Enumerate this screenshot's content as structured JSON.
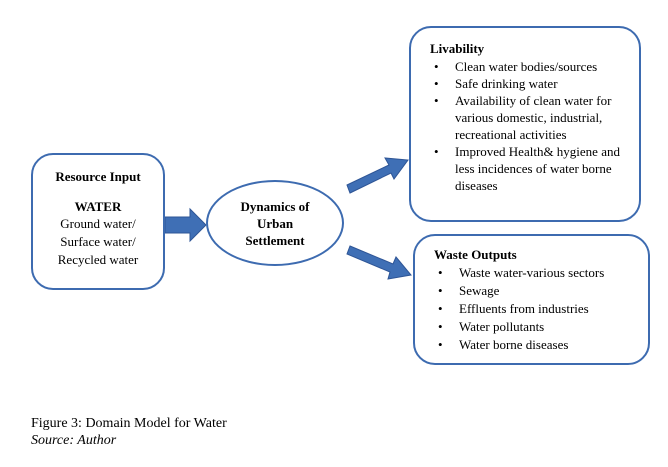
{
  "resource": {
    "title": "Resource Input",
    "water": "WATER",
    "lines": [
      "Ground water/",
      "Surface water/",
      "Recycled water"
    ]
  },
  "dynamics": {
    "lines": [
      "Dynamics of",
      "Urban",
      "Settlement"
    ]
  },
  "livability": {
    "title": "Livability",
    "items": [
      "Clean water bodies/sources",
      "Safe drinking water",
      "Availability of clean water for various domestic, industrial, recreational activities",
      "Improved Health& hygiene and less incidences of water borne diseases"
    ]
  },
  "waste": {
    "title": "Waste Outputs",
    "items": [
      "Waste water-various sectors",
      "Sewage",
      "Effluents from industries",
      "Water pollutants",
      "Water borne diseases"
    ]
  },
  "caption": {
    "title": "Figure 3: Domain Model for Water",
    "source": "Source: Author"
  },
  "colors": {
    "border": "#3d6bb0",
    "arrow": "#3f6fb5"
  }
}
